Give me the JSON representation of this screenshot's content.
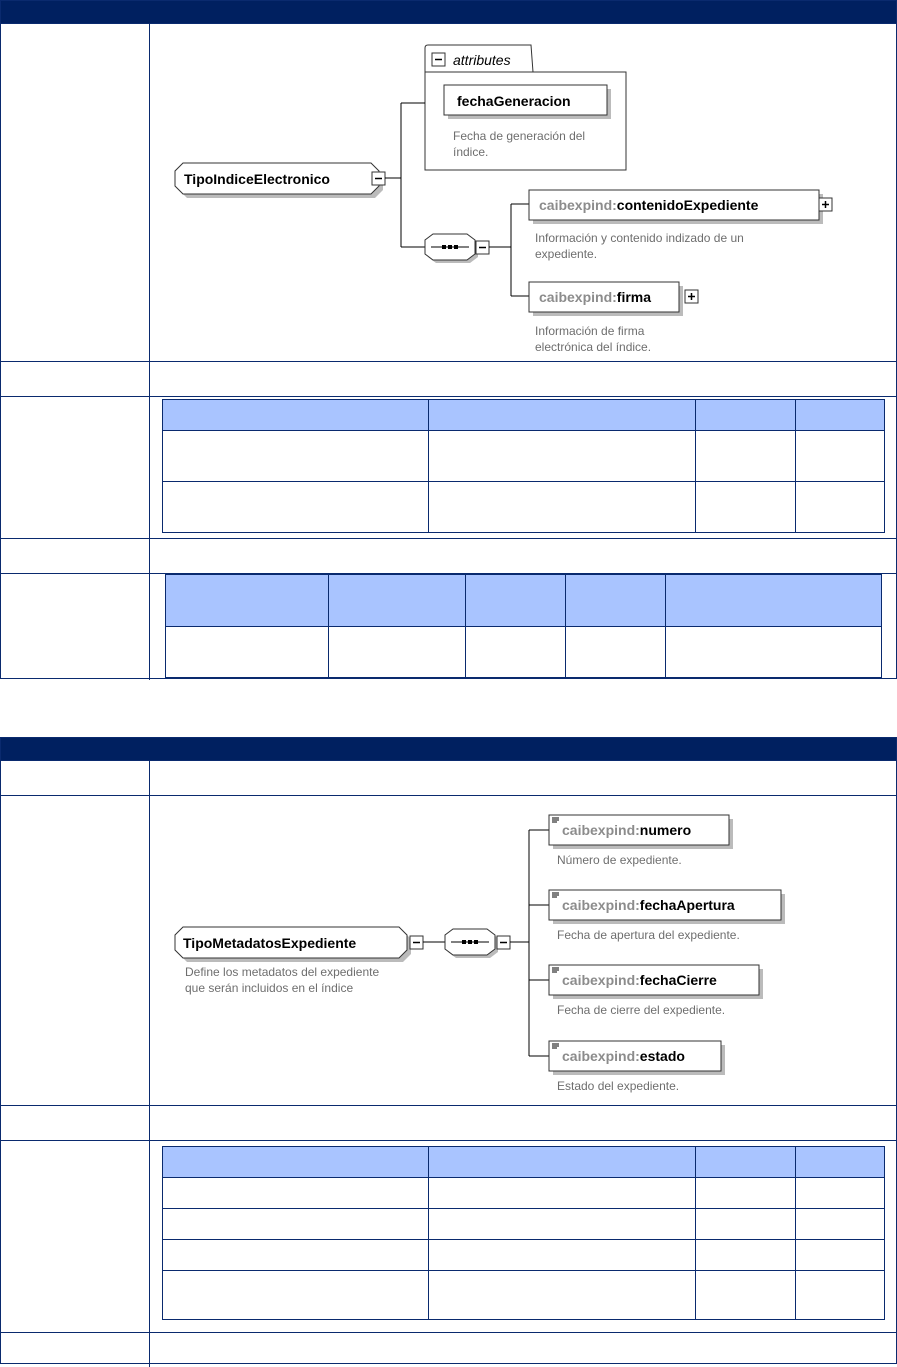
{
  "section1": {
    "root_element": "TipoIndiceElectronico",
    "attributes_label": "attributes",
    "attribute_name": "fechaGeneracion",
    "attribute_doc": [
      "Fecha de generación del",
      "índice."
    ],
    "children": [
      {
        "prefix": "caibexpind:",
        "name": "contenidoExpediente",
        "doc": [
          "Información y contenido indizado de un",
          "expediente."
        ]
      },
      {
        "prefix": "caibexpind:",
        "name": "firma",
        "doc": [
          "Información de firma",
          "electrónica del índice."
        ]
      }
    ]
  },
  "section2": {
    "root_element": "TipoMetadatosExpediente",
    "root_doc": [
      "Define los metadatos del expediente",
      "que serán incluidos en el índice"
    ],
    "children": [
      {
        "prefix": "caibexpind:",
        "name": "numero",
        "doc": "Número de expediente."
      },
      {
        "prefix": "caibexpind:",
        "name": "fechaApertura",
        "doc": "Fecha de apertura del expediente."
      },
      {
        "prefix": "caibexpind:",
        "name": "fechaCierre",
        "doc": "Fecha de cierre del expediente."
      },
      {
        "prefix": "caibexpind:",
        "name": "estado",
        "doc": "Estado del expediente."
      }
    ]
  },
  "colors": {
    "header_bg": "#002060",
    "border": "#0a2a6e",
    "table_header_bg": "#a9c4ff",
    "prefix_gray": "#8c8c8c",
    "doc_gray": "#6e6e6e"
  }
}
